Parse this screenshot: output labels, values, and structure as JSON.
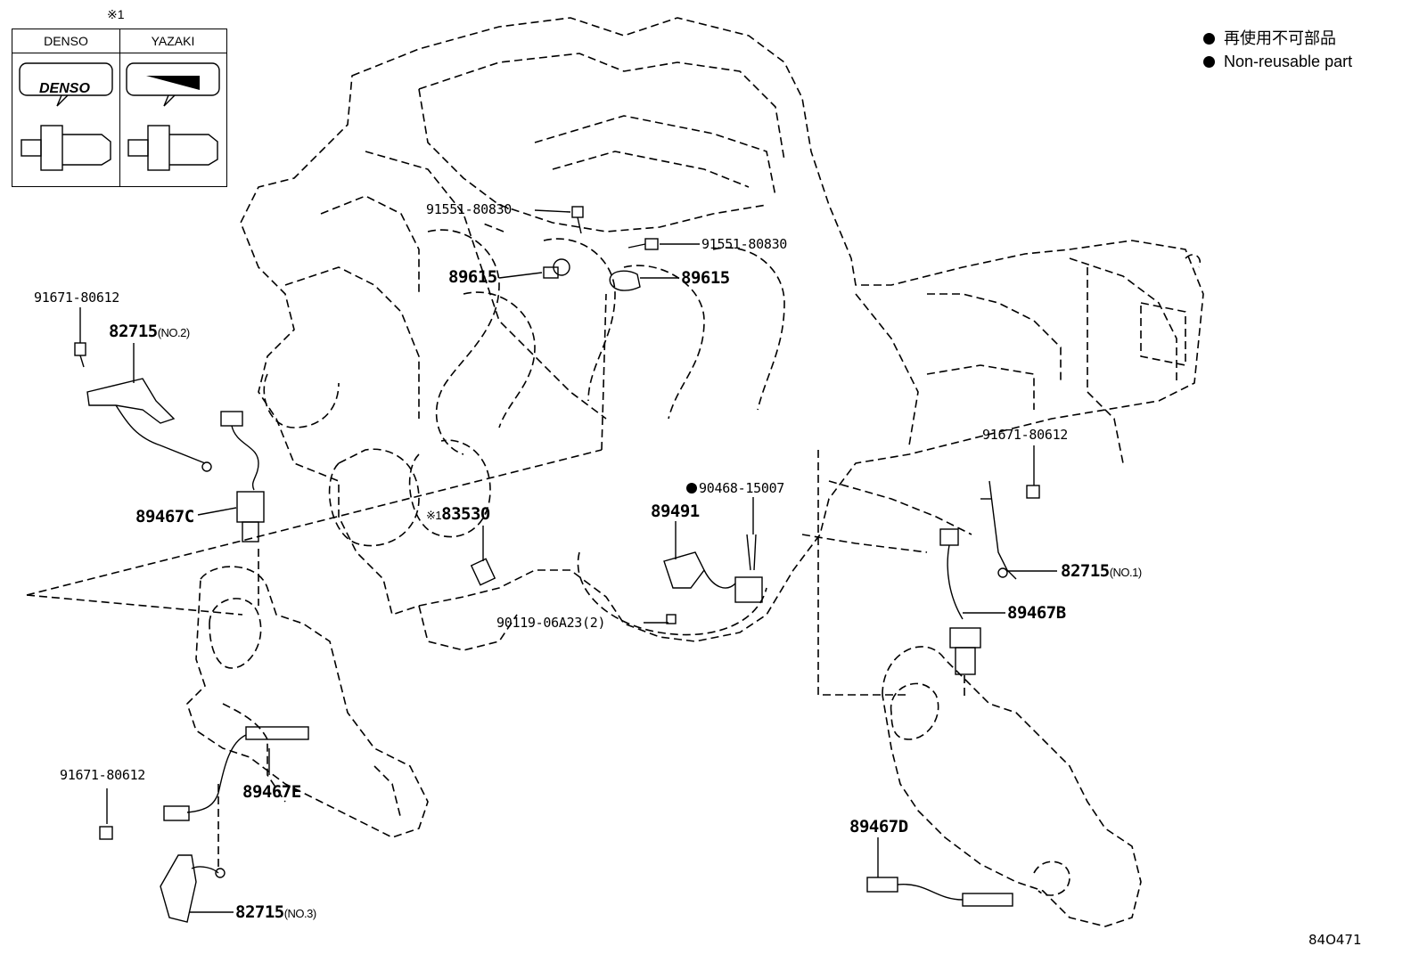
{
  "legend": {
    "items": [
      {
        "text_ja": "再使用不可部品",
        "text_en": "Non-reusable part"
      }
    ]
  },
  "inset": {
    "ref_mark": "※1",
    "brands": [
      "DENSO",
      "YAZAKI"
    ],
    "logo_text": "DENSO"
  },
  "parts": {
    "p89615a": "89615",
    "p89615b": "89615",
    "p91551a": "91551-80830",
    "p91551b": "91551-80830",
    "p91671a": "91671-80612",
    "p91671b": "91671-80612",
    "p91671c": "91671-80612",
    "p82715_no2": "82715",
    "p82715_no2_note": "(NO.2)",
    "p82715_no1": "82715",
    "p82715_no1_note": "(NO.1)",
    "p82715_no3": "82715",
    "p82715_no3_note": "(NO.3)",
    "p89467c": "89467C",
    "p89467b": "89467B",
    "p89467e": "89467E",
    "p89467d": "89467D",
    "p83530_mark": "※1",
    "p83530": "83530",
    "p89491": "89491",
    "p90468": "90468-15007",
    "p90119": "90119-06A23(2)"
  },
  "diagram_code": "84O471"
}
